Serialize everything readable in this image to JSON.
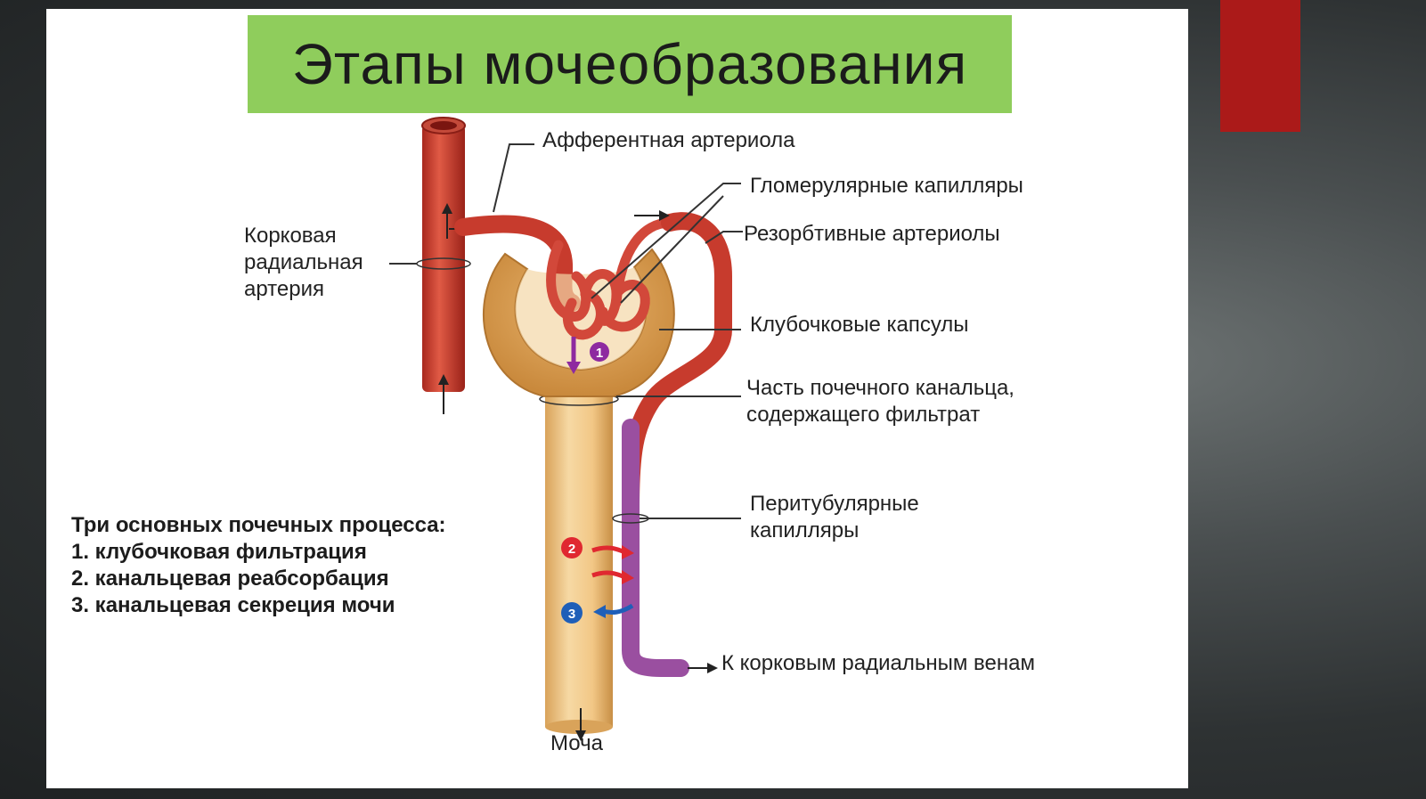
{
  "slide": {
    "title": "Этапы мочеобразования",
    "accent_color": "#ab1a19",
    "title_bg_color": "#8fcd5c"
  },
  "labels": {
    "afferent_arteriole": "Афферентная артериола",
    "glomerular_capillaries": "Гломерулярные капилляры",
    "resorptive_arterioles": "Резорбтивные артериолы",
    "cortical_radial_artery": [
      "Корковая",
      "радиальная",
      "артерия"
    ],
    "glomerular_capsules": "Клубочковые капсулы",
    "tubule_part": [
      "Часть почечного канальца,",
      "содержащего фильтрат"
    ],
    "peritubular_capillaries": [
      "Перитубулярные",
      "капилляры"
    ],
    "to_cortical_veins": "К корковым радиальным венам",
    "urine": "Моча"
  },
  "processes": {
    "heading": "Три основных почечных процесса:",
    "items": [
      "1. клубочковая фильтрация",
      "2. канальцевая реабсорбация",
      "3. канальцевая секреция мочи"
    ]
  },
  "markers": [
    {
      "number": "1",
      "color": "#8e2aa0"
    },
    {
      "number": "2",
      "color": "#e02830"
    },
    {
      "number": "3",
      "color": "#1f5fb8"
    }
  ]
}
